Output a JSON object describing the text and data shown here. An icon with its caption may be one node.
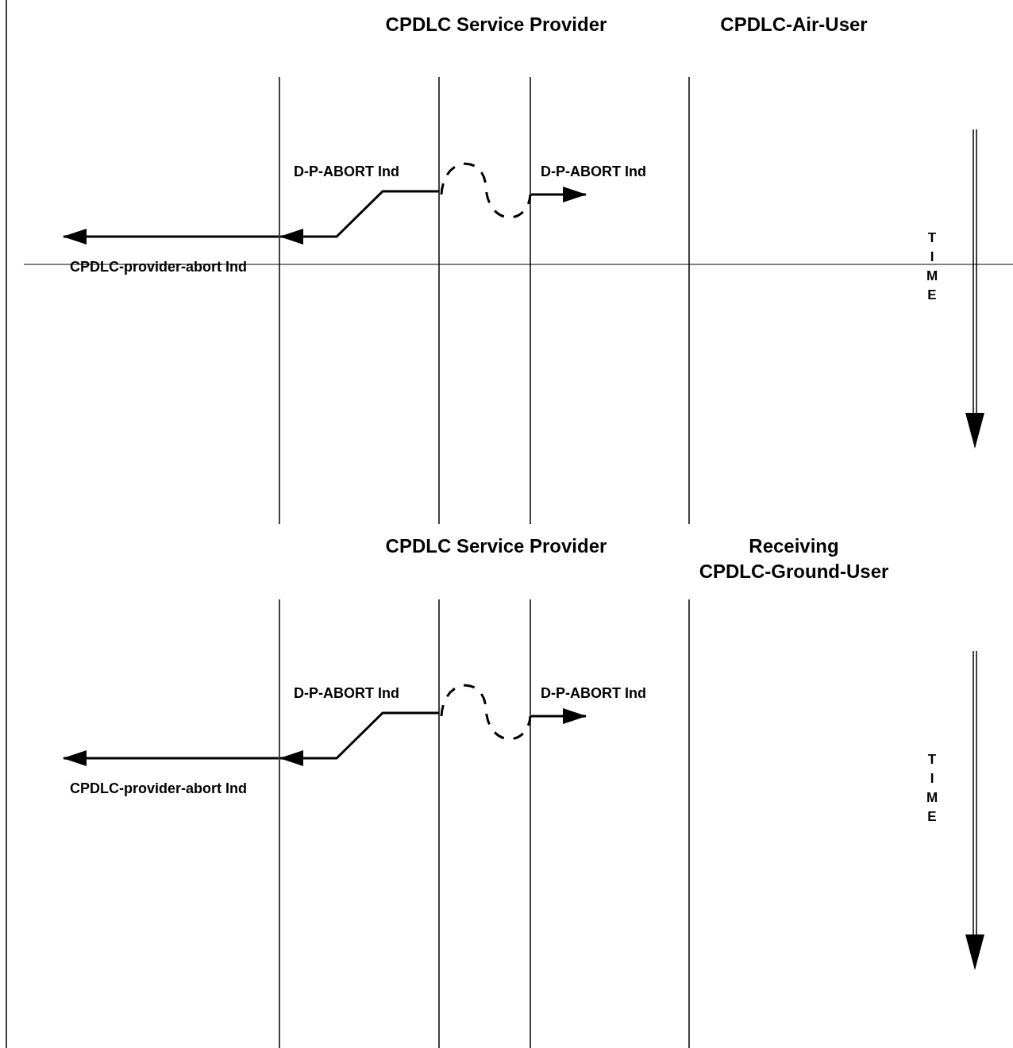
{
  "diagram": {
    "nodes": [
      {
        "text": [
          "CPDLC Service Provider"
        ]
      },
      {
        "text": [
          "CPDLC-Air-User"
        ]
      },
      {
        "text": [],
        "shape": "line"
      },
      {
        "text": [],
        "shape": "line"
      },
      {
        "text": [],
        "shape": "line"
      },
      {
        "text": [],
        "shape": "line"
      },
      {
        "text": [
          "CPDLC Service Provider"
        ]
      },
      {
        "text": [
          "Receiving CPDLC-Ground-User"
        ]
      },
      {
        "text": [],
        "shape": "line"
      },
      {
        "text": [],
        "shape": "line"
      },
      {
        "text": [],
        "shape": "line"
      },
      {
        "text": [],
        "shape": "line"
      }
    ],
    "edges": [
      {
        "from": 3,
        "to": 2,
        "arrow": "to",
        "label": "D-P-ABORT Ind"
      },
      {
        "from": 3,
        "to": 4,
        "arrow": "none",
        "style": "dashed"
      },
      {
        "from": 4,
        "to": null,
        "arrow": "to",
        "label": "D-P-ABORT Ind"
      },
      {
        "from": 2,
        "to": null,
        "arrow": "to",
        "label": "CPDLC-provider-abort Ind"
      },
      {
        "from": 9,
        "to": 8,
        "arrow": "to",
        "label": "D-P-ABORT Ind"
      },
      {
        "from": 9,
        "to": 10,
        "arrow": "none",
        "style": "dashed"
      },
      {
        "from": 10,
        "to": null,
        "arrow": "to",
        "label": "D-P-ABORT Ind"
      },
      {
        "from": 8,
        "to": null,
        "arrow": "to",
        "label": "CPDLC-provider-abort Ind"
      }
    ],
    "labels": [
      "T I M E",
      "T I M E"
    ]
  }
}
